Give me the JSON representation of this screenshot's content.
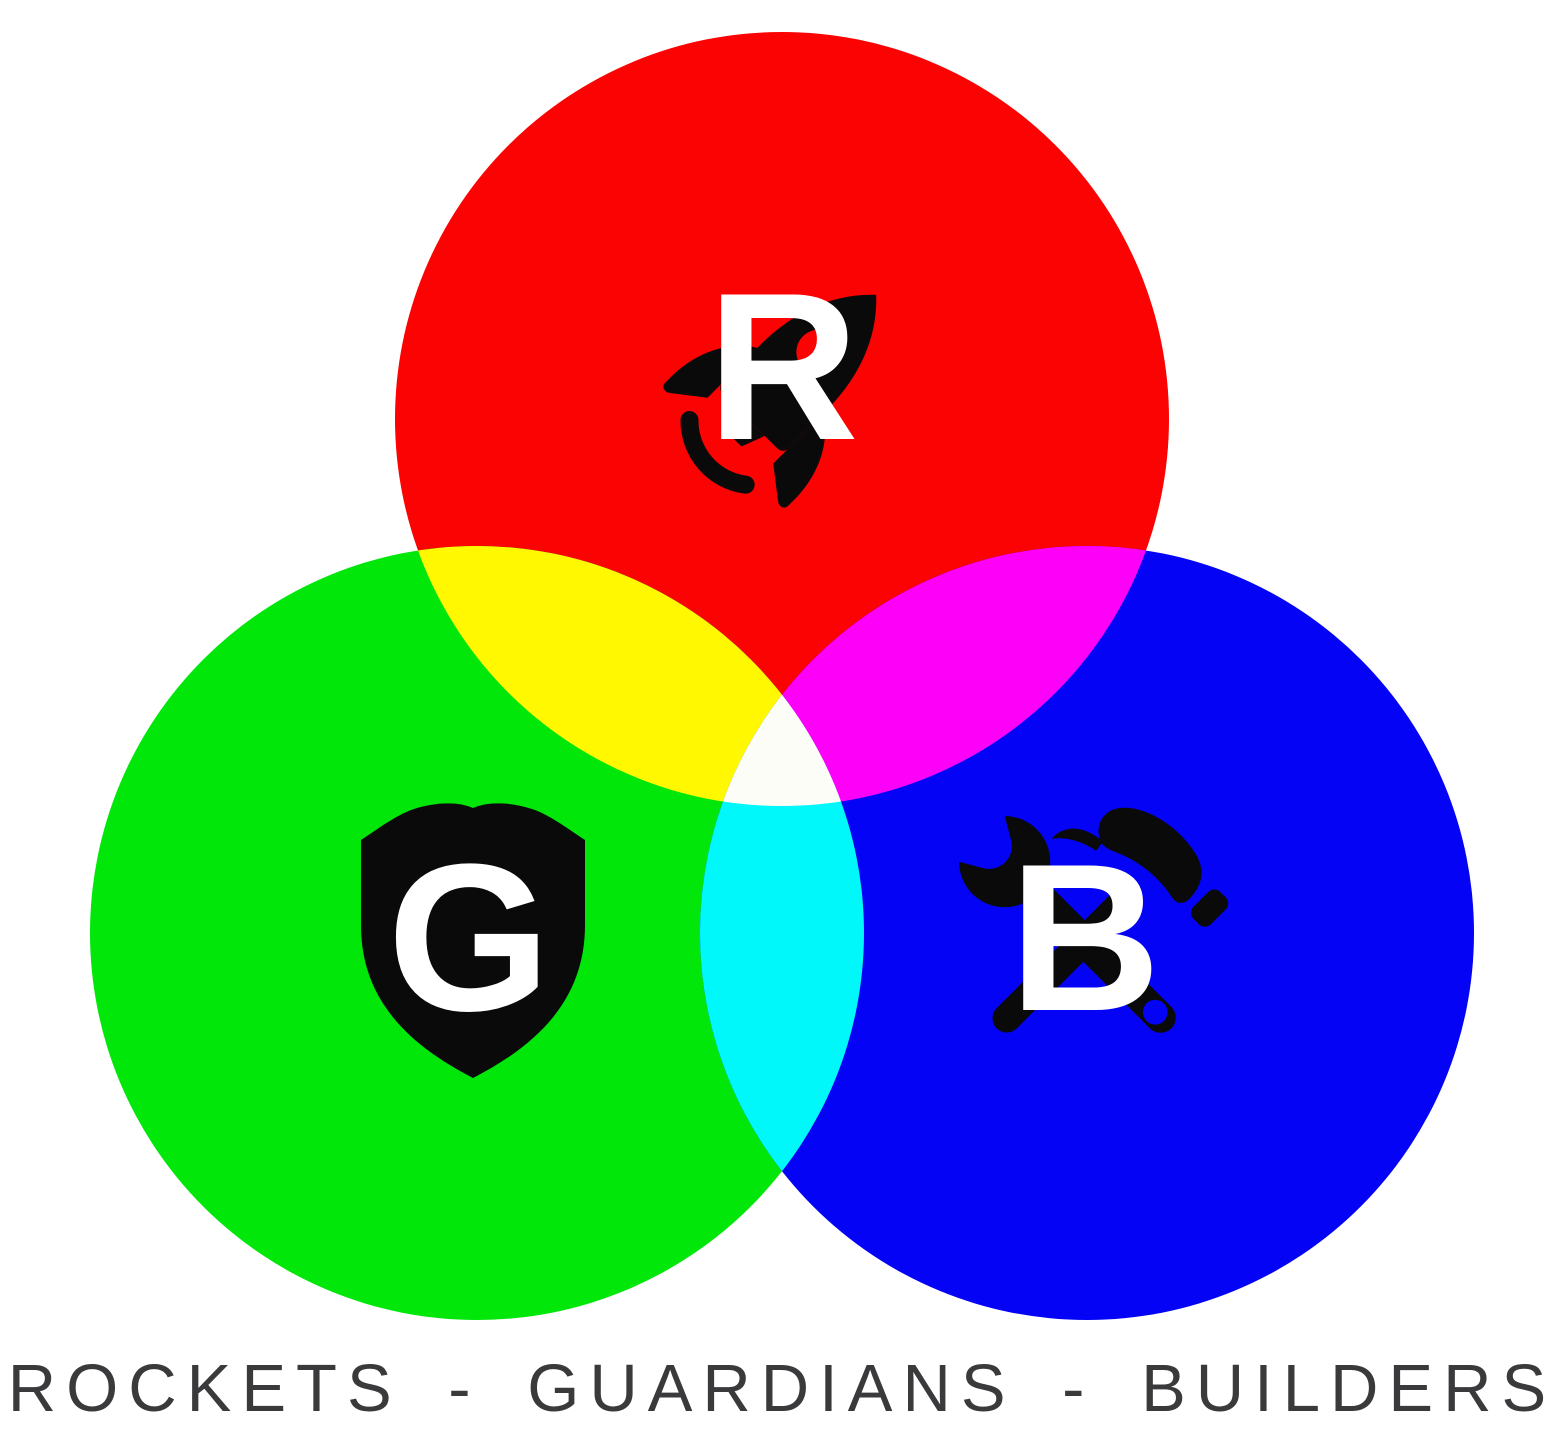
{
  "page": {
    "background": "#ffffff"
  },
  "venn": {
    "icon_color": "#0a0a0a",
    "letter_color": "#ffffff",
    "circles": [
      {
        "label": "R",
        "color": "#fa0302",
        "icon": "rocket-icon"
      },
      {
        "label": "G",
        "color": "#01e70a",
        "icon": "shield-icon"
      },
      {
        "label": "B",
        "color": "#0503f5",
        "icon": "tools-icon"
      }
    ],
    "overlaps": {
      "red_green": "#fff800",
      "red_blue": "#fc00f8",
      "green_blue": "#00f8fa",
      "center": "#fdfdf7"
    }
  },
  "caption": {
    "text": "ROCKETS - GUARDIANS - BUILDERS",
    "color": "#3a3a3c"
  }
}
